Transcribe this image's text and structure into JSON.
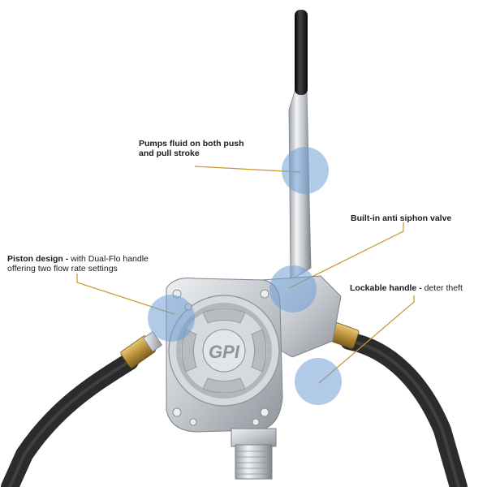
{
  "callouts": {
    "pumps": {
      "line1": "Pumps fluid on both push",
      "line2": "and pull stroke"
    },
    "siphon": {
      "label": "Built-in anti siphon valve"
    },
    "piston": {
      "bold": "Piston design - ",
      "rest": "with Dual-Flo handle",
      "line2": "offering two flow rate settings"
    },
    "lock": {
      "bold": "Lockable handle - ",
      "rest": "deter theft"
    }
  },
  "colors": {
    "leader_line": "#c8952e",
    "highlight": "#6f9fd6",
    "metal": "#c9ccd0",
    "hose": "#2b2b2b",
    "brass": "#b8903a",
    "grip": "#1c1c1c"
  },
  "logo_text": "GPI"
}
